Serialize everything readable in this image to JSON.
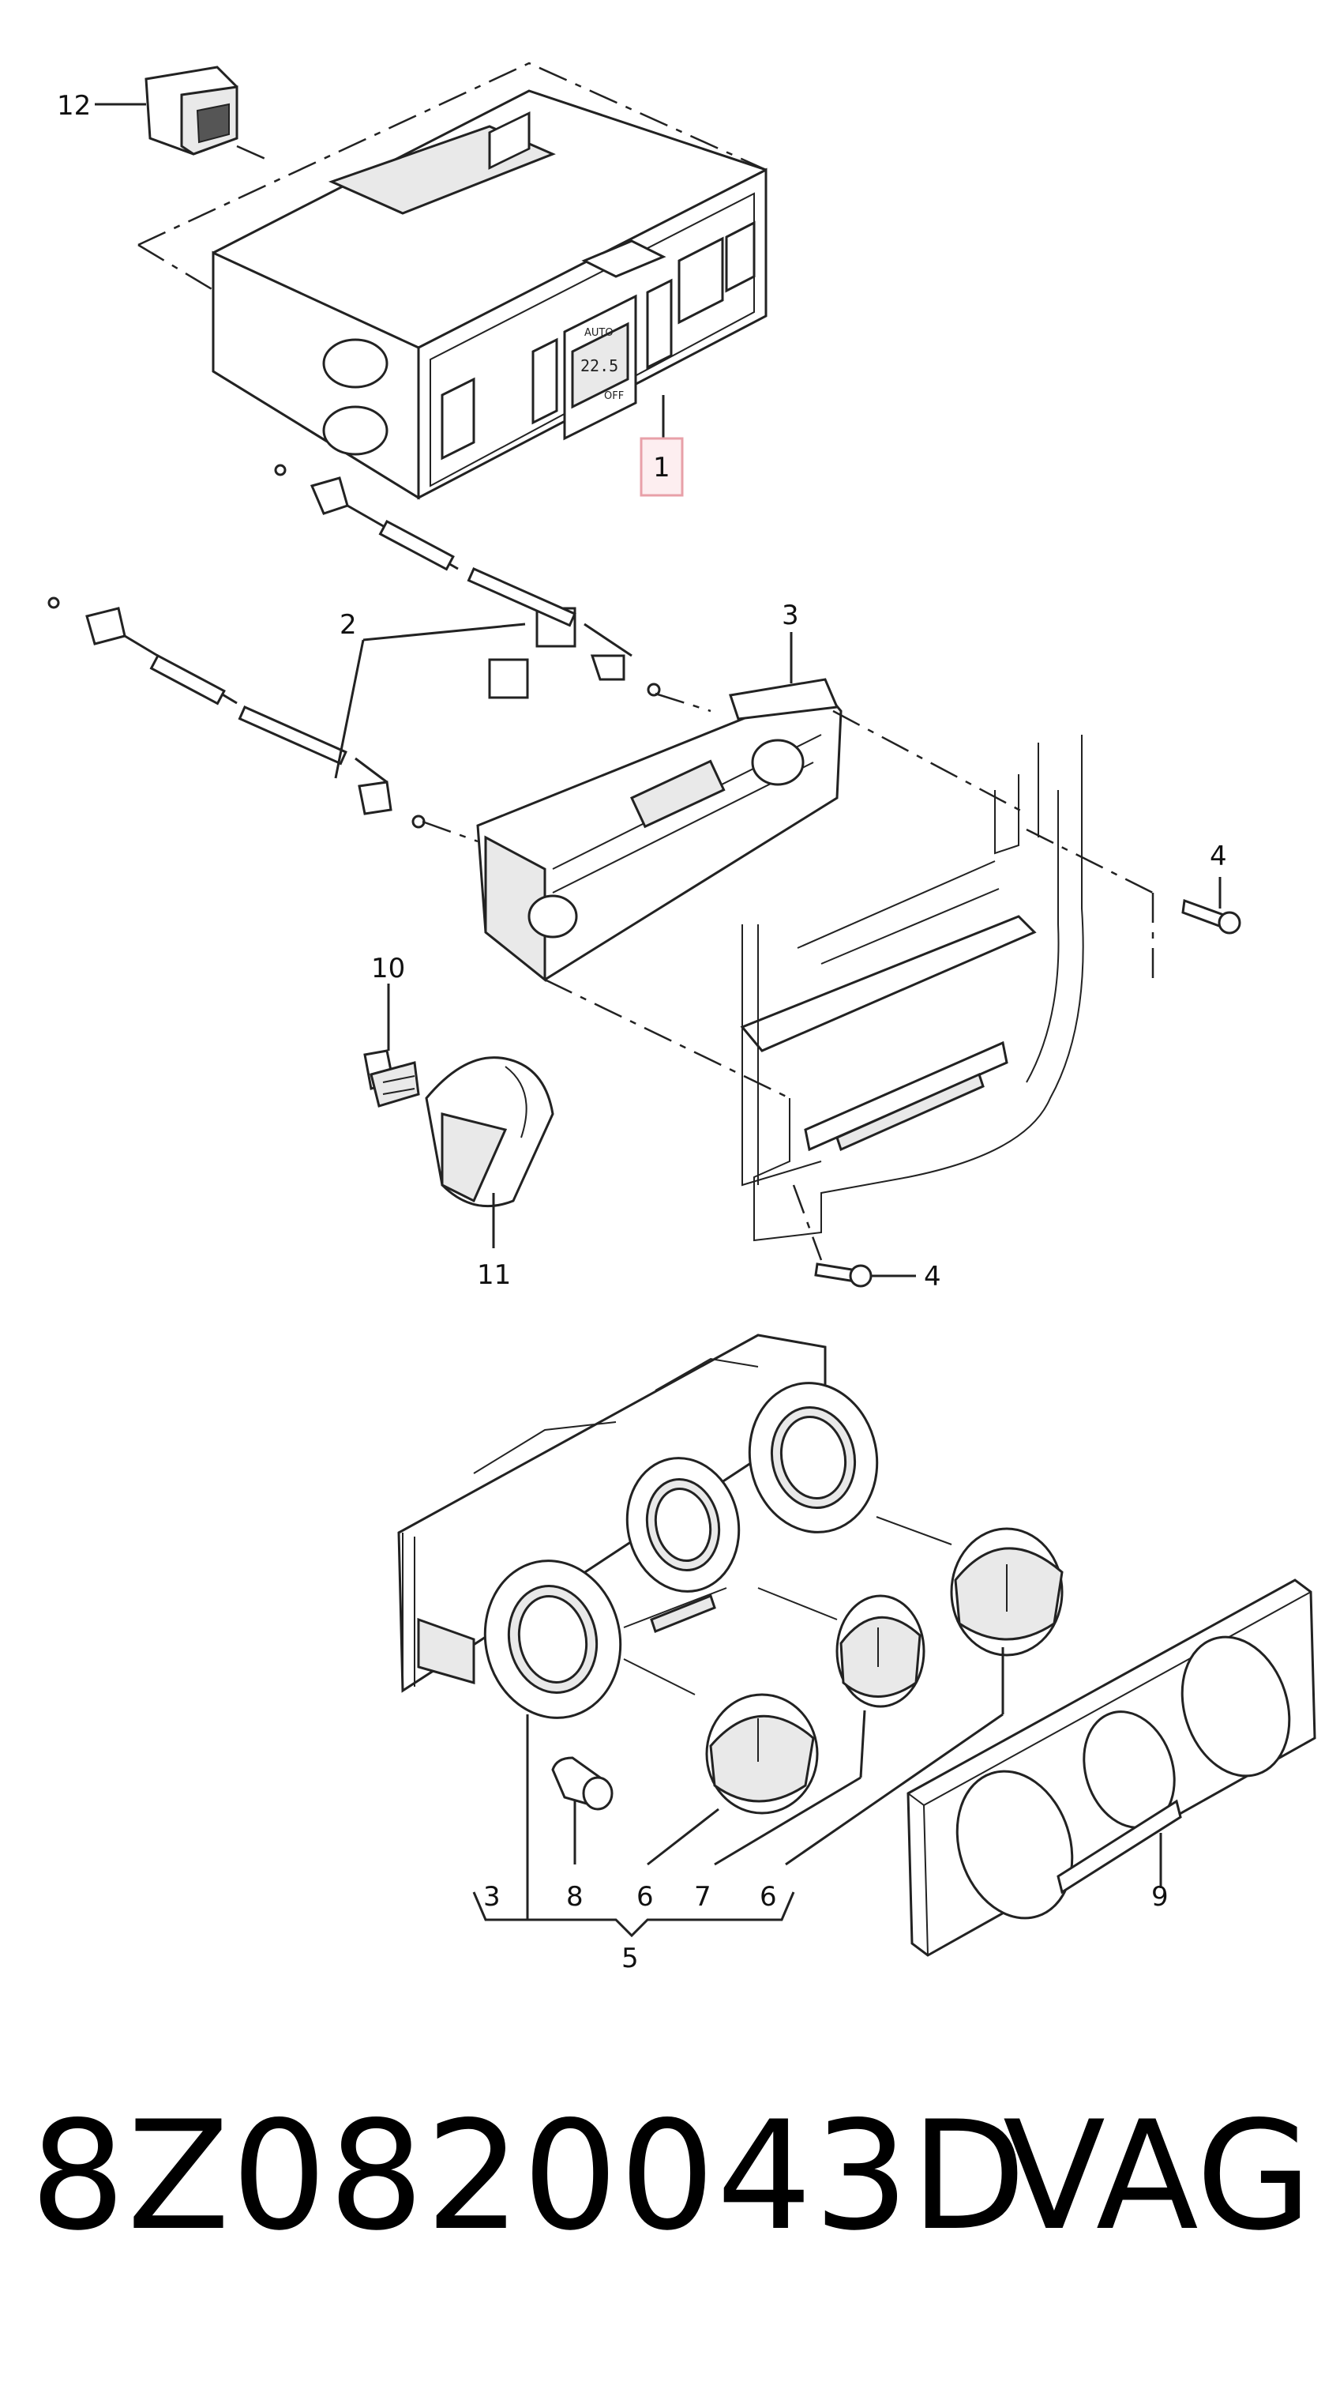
{
  "callouts": {
    "c1": "1",
    "c2": "2",
    "c3_top": "3",
    "c4_right": "4",
    "c4_bottom": "4",
    "c10": "10",
    "c11": "11",
    "c12": "12",
    "c3_bottom": "3",
    "c8": "8",
    "c6_left": "6",
    "c7": "7",
    "c6_right": "6",
    "c5": "5",
    "c9": "9"
  },
  "panel_text": {
    "auto": "AUTO",
    "temp": "22.5",
    "off": "OFF"
  },
  "footer": {
    "part_number": "8Z0820043D",
    "brand": "VAG"
  },
  "colors": {
    "highlight_box": "#e8a0a8",
    "highlight_fill": "#fdeef0"
  }
}
